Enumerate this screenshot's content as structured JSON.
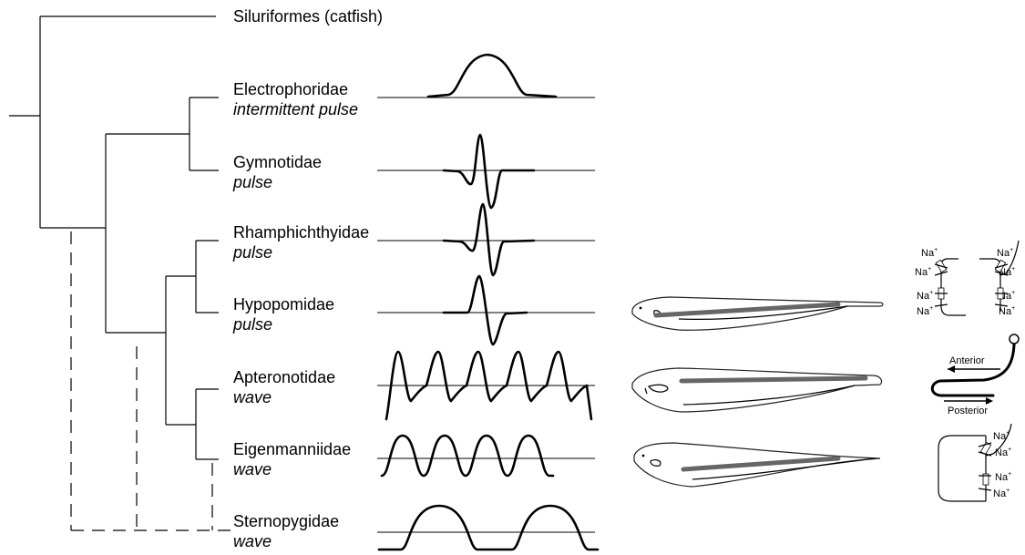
{
  "taxa": [
    {
      "name": "Siluriformes (catfish)",
      "type": ""
    },
    {
      "name": "Electrophoridae",
      "type": "intermittent pulse"
    },
    {
      "name": "Gymnotidae",
      "type": "pulse"
    },
    {
      "name": "Rhamphichthyidae",
      "type": "pulse"
    },
    {
      "name": "Hypopomidae",
      "type": "pulse"
    },
    {
      "name": "Apteronotidae",
      "type": "wave"
    },
    {
      "name": "Eigenmanniidae",
      "type": "wave"
    },
    {
      "name": "Sternopygidae",
      "type": "wave"
    }
  ],
  "channels": {
    "na": "Na",
    "plus": "+"
  },
  "axis": {
    "anterior": "Anterior",
    "posterior": "Posterior"
  }
}
